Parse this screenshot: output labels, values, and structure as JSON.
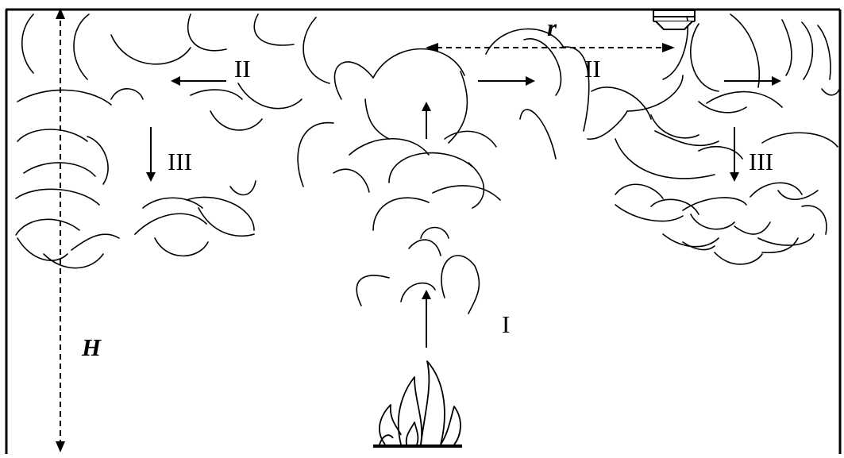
{
  "diagram": {
    "zone_plume": "I",
    "zone_ceiling_jet_left": "II",
    "zone_ceiling_jet_right": "II",
    "zone_descent_left": "III",
    "zone_descent_right": "III",
    "height_symbol": "H",
    "radius_symbol": "r",
    "line_color": "#000000",
    "background_color": "#ffffff",
    "icons": [
      "fire-icon",
      "smoke-detector-icon"
    ]
  }
}
